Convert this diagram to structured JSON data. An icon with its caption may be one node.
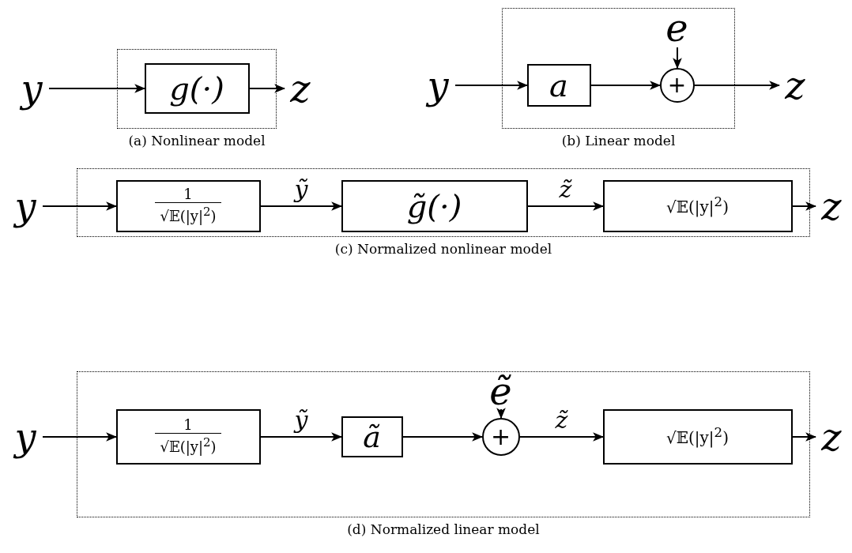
{
  "diagram": {
    "nodes": [
      {
        "text": [],
        "shape": "box",
        "beside": [
          "(a) Nonlinear model"
        ]
      },
      {
        "text": [
          "y"
        ]
      },
      {
        "text": [
          "g(·)"
        ],
        "in": 0
      },
      {
        "text": [
          "z"
        ]
      },
      {
        "text": [],
        "shape": "box",
        "beside": [
          "(b) Linear model"
        ]
      },
      {
        "text": [
          "y"
        ]
      },
      {
        "text": [
          "a"
        ],
        "in": 4
      },
      {
        "text": [
          "+"
        ],
        "in": 4
      },
      {
        "text": [
          "e"
        ],
        "in": 4
      },
      {
        "text": [
          "z"
        ]
      },
      {
        "text": [],
        "shape": "box",
        "beside": [
          "(c) Normalized nonlinear model"
        ]
      },
      {
        "text": [
          "y"
        ]
      },
      {
        "text": [
          "1",
          "√𝔼(|y|$^{2}$)"
        ],
        "in": 10
      },
      {
        "text": [
          "g̃(·)"
        ],
        "in": 10
      },
      {
        "text": [
          "√𝔼(|y|$^{2}$)"
        ],
        "in": 10
      },
      {
        "text": [
          "z"
        ]
      },
      {
        "text": [],
        "shape": "box",
        "beside": [
          "(d) Normalized linear model"
        ]
      },
      {
        "text": [
          "y"
        ]
      },
      {
        "text": [
          "1",
          "√𝔼(|y|$^{2}$)"
        ],
        "in": 16
      },
      {
        "text": [
          "ã"
        ],
        "in": 16
      },
      {
        "text": [
          "+"
        ],
        "in": 16
      },
      {
        "text": [
          "ẽ"
        ],
        "in": 16
      },
      {
        "text": [
          "√𝔼(|y|$^{2}$)"
        ],
        "in": 16
      },
      {
        "text": [
          "z"
        ]
      }
    ],
    "edges": [
      {
        "from": 1,
        "to": 2,
        "arrow": "to"
      },
      {
        "from": 2,
        "to": 3,
        "arrow": "to"
      },
      {
        "from": 5,
        "to": 6,
        "arrow": "to"
      },
      {
        "from": 6,
        "to": 7,
        "arrow": "to"
      },
      {
        "from": 8,
        "to": 7,
        "arrow": "to"
      },
      {
        "from": 7,
        "to": 9,
        "arrow": "to"
      },
      {
        "from": 11,
        "to": 12,
        "arrow": "to"
      },
      {
        "from": 12,
        "to": 13,
        "arrow": "to",
        "label": "ỹ"
      },
      {
        "from": 13,
        "to": 14,
        "arrow": "to",
        "label": "z̃"
      },
      {
        "from": 14,
        "to": 15,
        "arrow": "to"
      },
      {
        "from": 17,
        "to": 18,
        "arrow": "to"
      },
      {
        "from": 18,
        "to": 19,
        "arrow": "to",
        "label": "ỹ"
      },
      {
        "from": 19,
        "to": 20,
        "arrow": "to"
      },
      {
        "from": 21,
        "to": 20,
        "arrow": "to"
      },
      {
        "from": 20,
        "to": 22,
        "arrow": "to",
        "label": "z̃"
      },
      {
        "from": 22,
        "to": 23,
        "arrow": "to"
      }
    ]
  }
}
